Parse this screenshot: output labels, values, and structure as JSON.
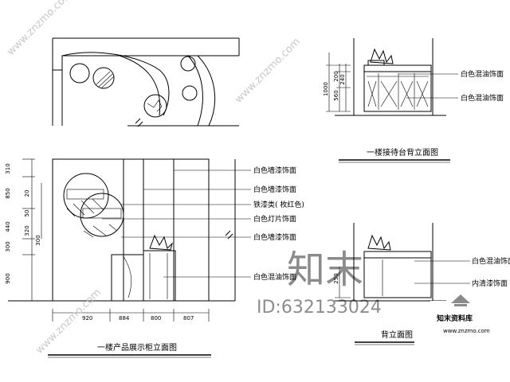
{
  "drawing": {
    "plan_top": {},
    "reception_elevation": {
      "dims": [
        "1000",
        "200",
        "240",
        "560"
      ],
      "labels": [
        "白色混油饰面",
        "白色混油饰面"
      ],
      "title": "一楼接待台背立面图"
    },
    "display_elevation": {
      "dims_left": [
        "310",
        "850",
        "20",
        "50",
        "440",
        "300",
        "900"
      ],
      "dims_inner": [
        "320",
        "300"
      ],
      "dims_bottom": [
        "920",
        "884",
        "800",
        "807"
      ],
      "labels": [
        "白色墙漆饰面",
        "白色墙漆饰面",
        "铁漆类( 枚红色)",
        "白色灯片饰面",
        "白色墙漆饰面",
        "白色混油饰面"
      ],
      "title": "一楼产品展示柜立面图"
    },
    "back_elevation": {
      "dims": [
        "250"
      ],
      "labels": [
        "白色混油饰面",
        "内清漆饰面"
      ],
      "title": "背立面图"
    }
  },
  "watermarks": {
    "brand_cn": "知末",
    "id_text": "ID:632133024",
    "logo_cn": "知末资料库",
    "logo_url": "www.znzmo.com",
    "diag_url": "www.znzmo.com"
  }
}
